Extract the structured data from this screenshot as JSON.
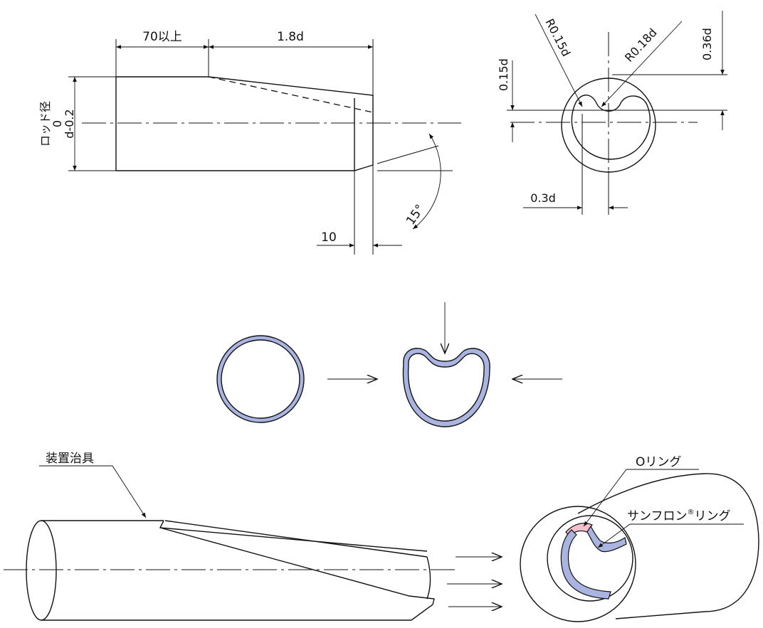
{
  "colors": {
    "line": "#111111",
    "ring_fill": "#aab4e0",
    "oring_fill": "#f3c0cc"
  },
  "rod_drawing": {
    "dim_length_straight": "70以上",
    "dim_length_taper": "1.8d",
    "rod_diameter_label": "ロッド径",
    "rod_diameter_tol_upper": "0",
    "rod_diameter_tol_lower": "d-0.2",
    "dim_tip_length": "10",
    "angle_label": "15°"
  },
  "section_drawing": {
    "radius_left": "R0.15d",
    "radius_right": "R0.18d",
    "depth_outer": "0.36d",
    "depth_inner": "0.15d",
    "offset": "0.3d"
  },
  "assembly": {
    "jig_label": "装置治具",
    "oring_label": "Oリング",
    "sanflon_label": "サンフロン",
    "sanflon_mark": "®",
    "sanflon_suffix": "リング"
  }
}
